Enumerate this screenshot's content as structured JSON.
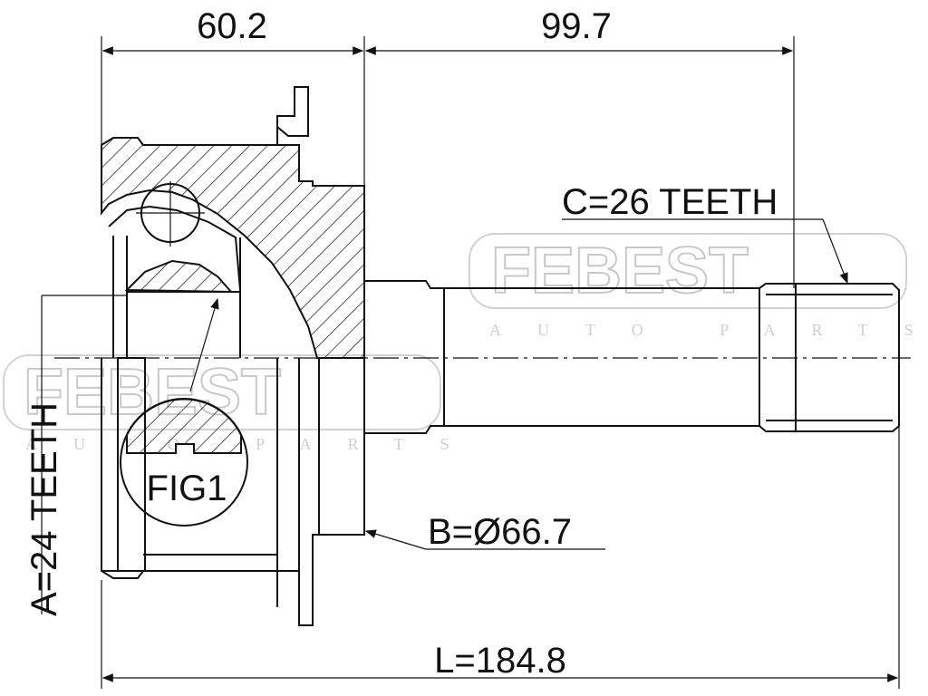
{
  "dimensions": {
    "width_left": "60.2",
    "width_right": "99.7",
    "total_length": "L=184.8",
    "outer_diameter": "B=Ø66.7",
    "outer_teeth": "A=24 TEETH",
    "shaft_teeth": "C=26 TEETH"
  },
  "detail_label": "FIG1",
  "watermark": {
    "brand": "FEBEST",
    "tagline": "AUTO PARTS"
  },
  "colors": {
    "line": "#111111",
    "watermark": "#c9c9c9",
    "background": "#ffffff"
  }
}
